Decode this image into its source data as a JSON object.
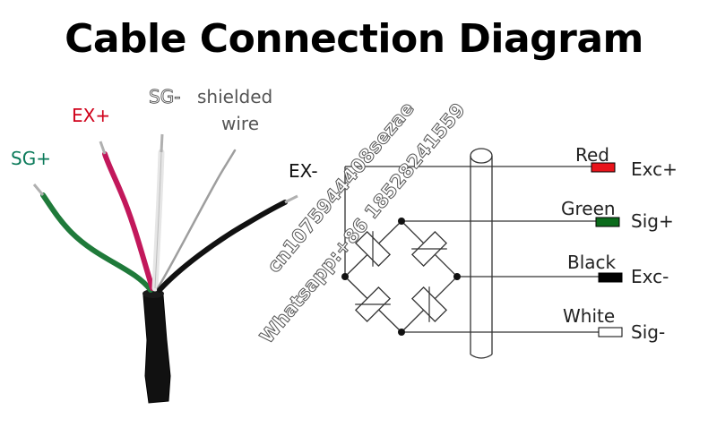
{
  "title": "Cable Connection Diagram",
  "cable_labels": {
    "sg_plus": "SG+",
    "ex_plus": "EX+",
    "sg_minus": "SG-",
    "shielded": "shielded",
    "wire": "wire",
    "ex_minus": "EX-"
  },
  "terminals": [
    {
      "color_name": "Red",
      "signal": "Exc+",
      "swatch": "#e8141b"
    },
    {
      "color_name": "Green",
      "signal": "Sig+",
      "swatch": "#0b6b1c"
    },
    {
      "color_name": "Black",
      "signal": "Exc-",
      "swatch": "#000000"
    },
    {
      "color_name": "White",
      "signal": "Sig-",
      "swatch": "#ffffff"
    }
  ],
  "watermark": {
    "line1": "cn1075944408sezae",
    "line2": "Whatsapp:+86  18528241559"
  },
  "colors": {
    "ex_plus": "#d0021b",
    "sg_plus": "#0b7a5a",
    "wire_green": "#1f7a3a",
    "wire_red": "#c2185b",
    "line": "#333333"
  }
}
